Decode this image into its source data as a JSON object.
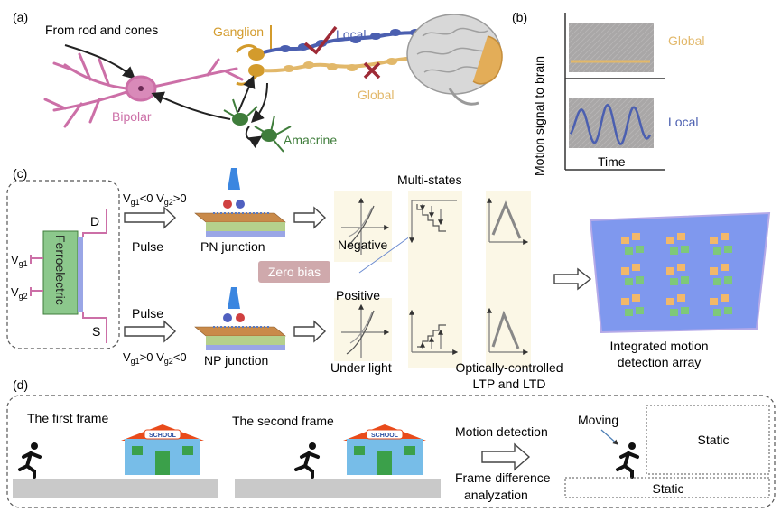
{
  "panels": {
    "a": {
      "label": "(a)",
      "input_text": "From rod and cones",
      "cells": {
        "ganglion": "Ganglion",
        "bipolar": "Bipolar",
        "amacrine": "Amacrine"
      },
      "pathways": {
        "local": "Local",
        "global": "Global"
      }
    },
    "b": {
      "label": "(b)",
      "ylabel": "Motion signal to brain",
      "xlabel": "Time",
      "global_label": "Global",
      "local_label": "Local"
    },
    "c": {
      "label": "(c)",
      "device": {
        "gate_material": "Ferroelectric",
        "drain": "D",
        "source": "S",
        "vg1_main": "V",
        "vg1_sub": "g1",
        "vg2_main": "V",
        "vg2_sub": "g2"
      },
      "top_branch": {
        "condition": [
          "V",
          "g1",
          "<0 V",
          "g2",
          ">0"
        ],
        "pulse": "Pulse",
        "junction": "PN junction"
      },
      "bottom_branch": {
        "condition": [
          "V",
          "g1",
          ">0 V",
          "g2",
          "<0"
        ],
        "pulse": "Pulse",
        "junction": "NP junction"
      },
      "zero_bias": "Zero bias",
      "negative": "Negative",
      "positive": "Positive",
      "under_light": "Under light",
      "multi_states": "Multi-states",
      "ltp_ltd": [
        "Optically-controlled",
        "LTP and LTD"
      ],
      "array": [
        "Integrated motion",
        "detection array"
      ]
    },
    "d": {
      "label": "(d)",
      "first_frame": "The first frame",
      "second_frame": "The second frame",
      "school_sign": "SCHOOL",
      "motion_detection": "Motion detection",
      "frame_diff": [
        "Frame difference",
        "analyzation"
      ],
      "moving": "Moving",
      "static_upper": "Static",
      "static_lower": "Static"
    }
  },
  "colors": {
    "bipolar": "#cc6fa7",
    "ganglion": "#d39b2c",
    "amacrine": "#3f7d3b",
    "local": "#4b5fb0",
    "global": "#e2b86a",
    "cross": "#9e2a36",
    "plot_bg": "#aaa8a8",
    "ferroelectric": "#8cc88c",
    "array": "#7f98ee"
  }
}
